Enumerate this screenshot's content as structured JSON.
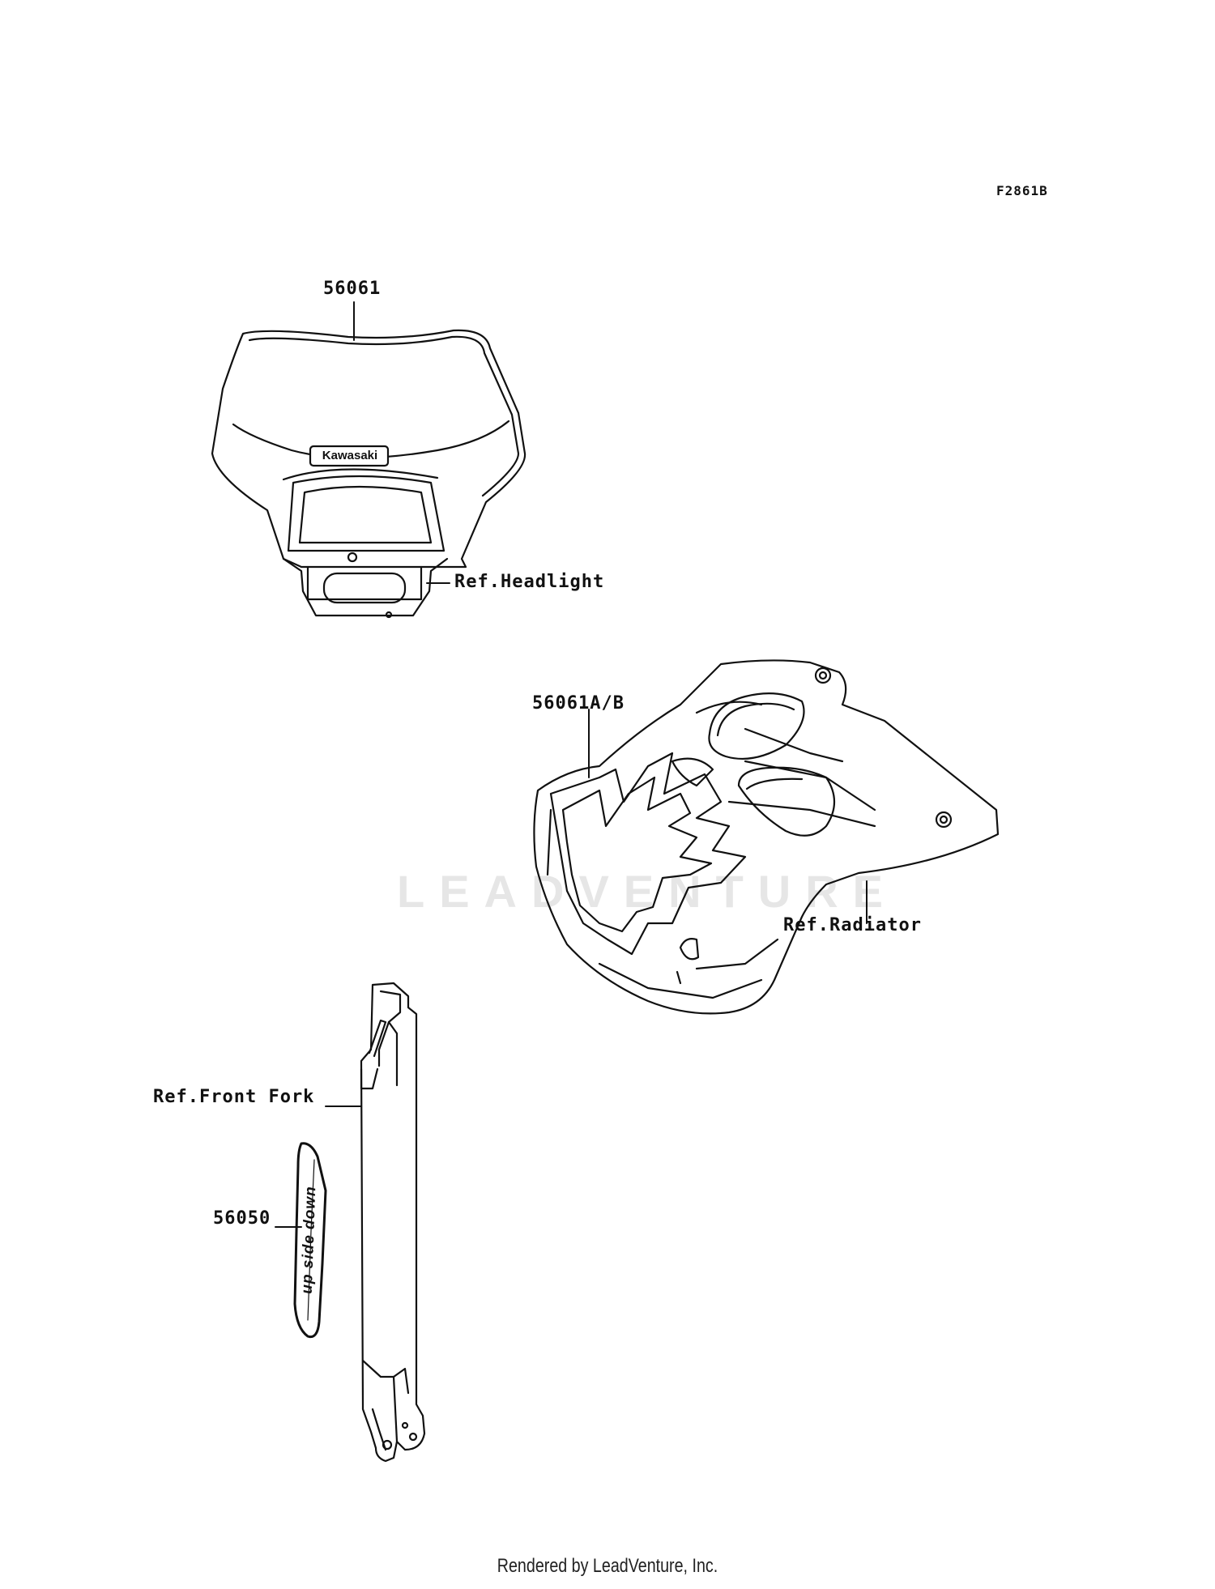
{
  "diagram_id": "F2861B",
  "callouts": {
    "headlight_part": "56061",
    "headlight_ref": "Ref.Headlight",
    "radiator_part": "56061A/B",
    "radiator_ref": "Ref.Radiator",
    "fork_ref": "Ref.Front Fork",
    "fork_part": "56050"
  },
  "decals": {
    "headlight_logo": "Kawasaki",
    "fork_decal": "up side down"
  },
  "watermark": "LEADVENTURE",
  "footer": "Rendered by LeadVenture, Inc."
}
